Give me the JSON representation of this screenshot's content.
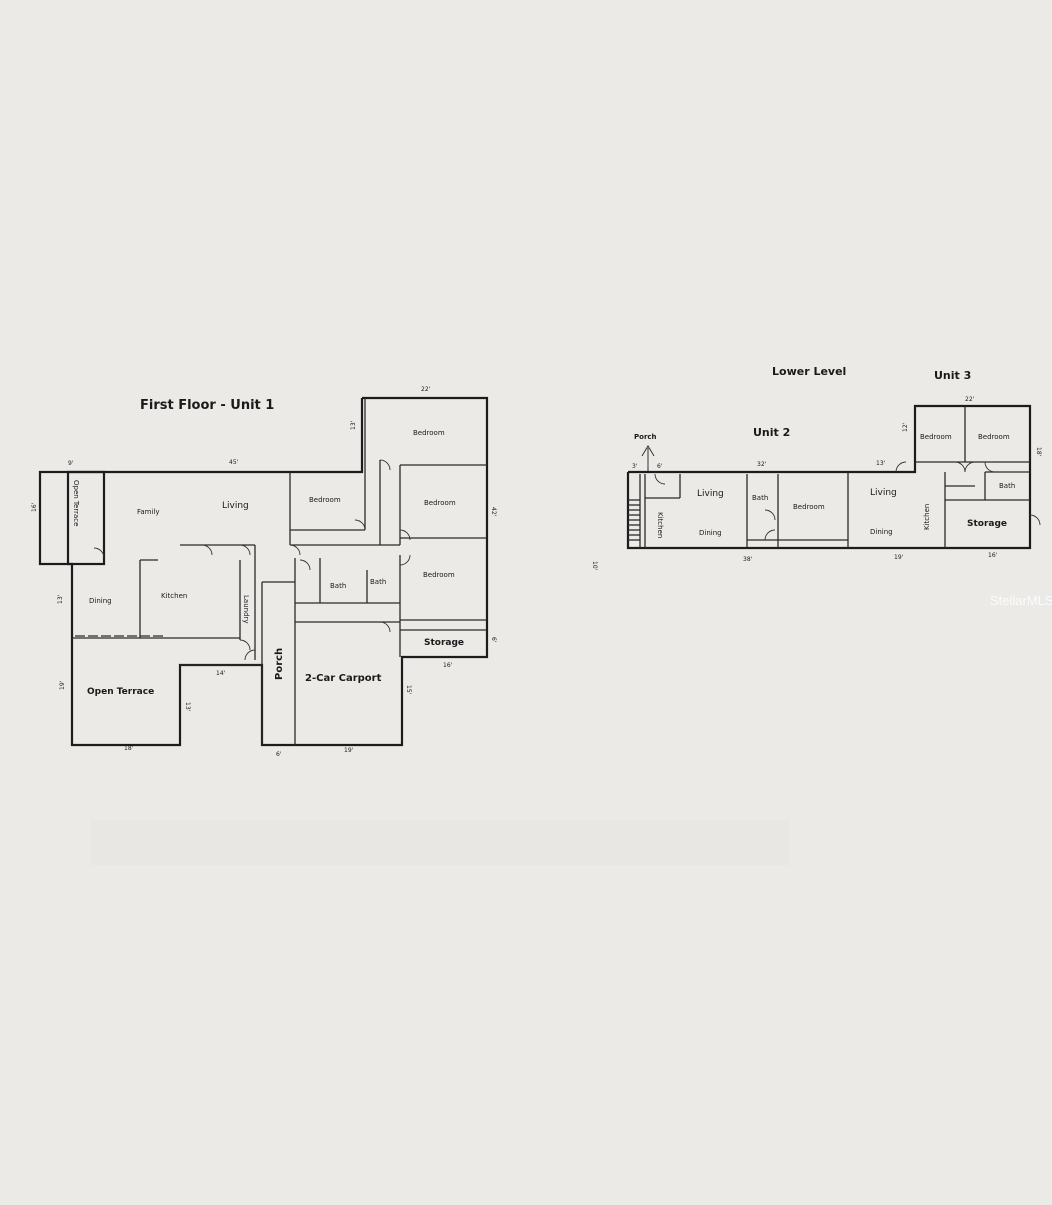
{
  "titles": {
    "first_floor": "First Floor - Unit 1",
    "lower_level": "Lower Level",
    "unit2": "Unit 2",
    "unit3": "Unit 3"
  },
  "unit1_rooms": {
    "open_terrace_left": "Open Terrace",
    "family": "Family",
    "living": "Living",
    "dining": "Dining",
    "kitchen": "Kitchen",
    "laundry": "Laundry",
    "porch": "Porch",
    "bedroom_small": "Bedroom",
    "bath1": "Bath",
    "bath2": "Bath",
    "bedroom_top": "Bedroom",
    "bedroom_mid": "Bedroom",
    "bedroom_low": "Bedroom",
    "storage": "Storage",
    "carport": "2-Car Carport",
    "open_terrace_bottom": "Open Terrace"
  },
  "unit1_dims": {
    "d22": "22'",
    "d13a": "13'",
    "d9": "9'",
    "d45": "45'",
    "d16a": "16'",
    "d42": "42'",
    "d13b": "13'",
    "d6a": "6'",
    "d16b": "16'",
    "d14": "14'",
    "d19a": "19'",
    "d13c": "13'",
    "d15": "15'",
    "d18": "18'",
    "d6b": "6'",
    "d19b": "19'"
  },
  "lower_rooms": {
    "porch": "Porch",
    "kitchen2": "Kitchen",
    "living2": "Living",
    "dining2": "Dining",
    "bath2": "Bath",
    "bedroom2": "Bedroom",
    "living3": "Living",
    "dining3": "Dining",
    "kitchen3": "Kitchen",
    "bedroom3a": "Bedroom",
    "bedroom3b": "Bedroom",
    "bath3": "Bath",
    "storage3": "Storage"
  },
  "lower_dims": {
    "d3": "3'",
    "d6": "6'",
    "d32": "32'",
    "d13": "13'",
    "d12": "12'",
    "d22": "22'",
    "d18": "18'",
    "d38": "38'",
    "d19": "19'",
    "d16": "16'",
    "d10": "10'"
  },
  "watermark": "StellarMLS"
}
